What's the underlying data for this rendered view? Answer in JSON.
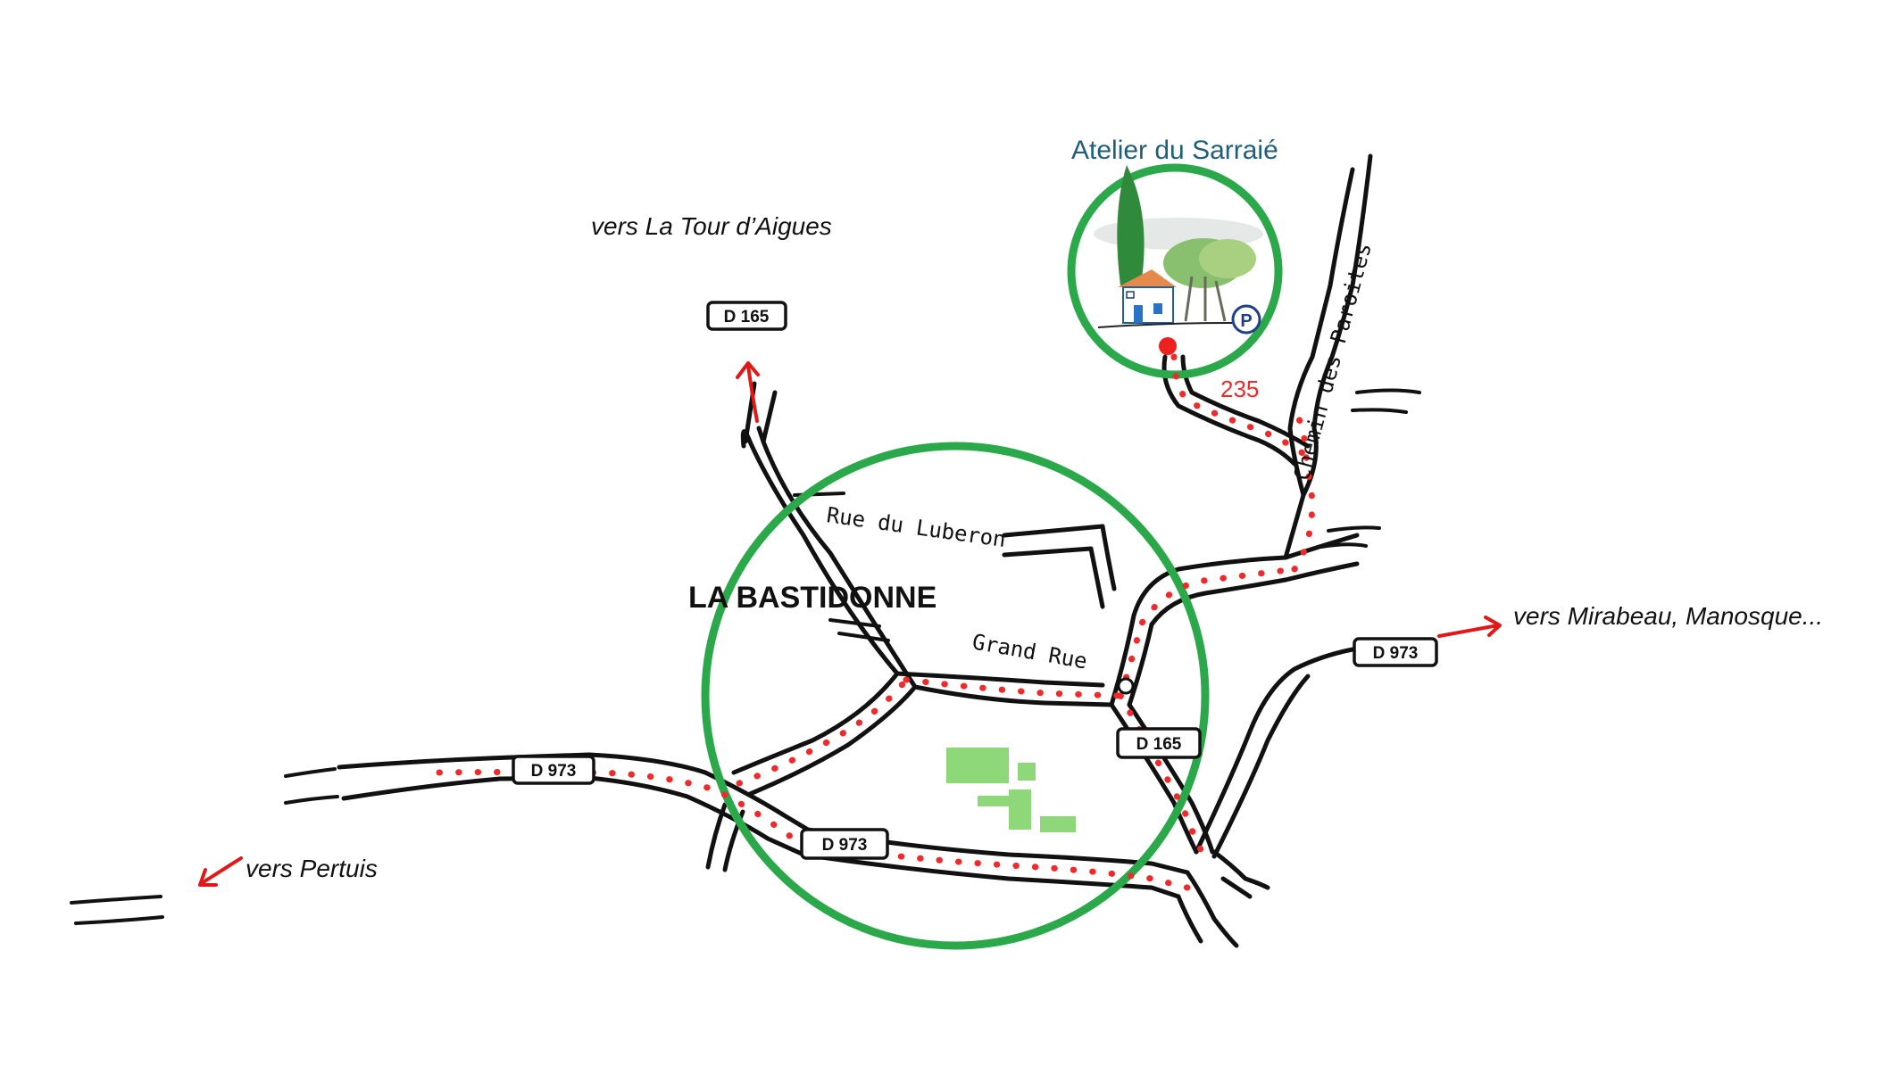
{
  "map": {
    "town": "LA BASTIDONNE",
    "destination": "Atelier du Sarraié",
    "house_number": "235",
    "parking_symbol": "P",
    "streets": {
      "luberon": "Rue du Luberon",
      "grand_rue": "Grand Rue",
      "chemin": "Chemin des Paroites"
    },
    "road_signs": {
      "d165_north": "D 165",
      "d165_south": "D 165",
      "d973_west": "D 973",
      "d973_center": "D 973",
      "d973_east": "D 973"
    },
    "directions": {
      "north": "vers La Tour d’Aigues",
      "east": "vers Mirabeau, Manosque...",
      "west": "vers Pertuis"
    },
    "colors": {
      "route": "#ee2a2a",
      "circle": "#2aa84a",
      "title": "#1f5f7a",
      "fields": "#8fd87a"
    }
  }
}
